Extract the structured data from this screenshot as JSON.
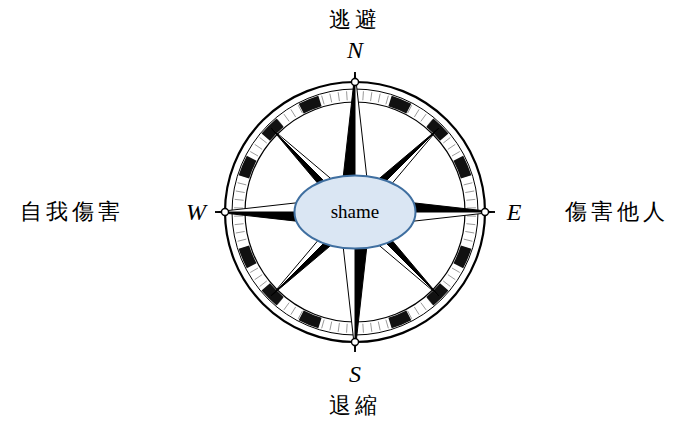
{
  "diagram": {
    "nodes": [
      {
        "text": [
          "shame"
        ]
      }
    ],
    "labels": [
      "逃避",
      "N",
      "自我傷害",
      "W",
      "E",
      "傷害他人",
      "S",
      "退縮"
    ]
  }
}
